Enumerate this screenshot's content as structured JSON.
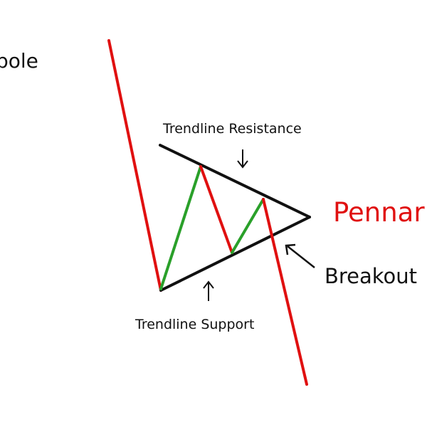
{
  "labels": {
    "flagpole": "pole",
    "trendline_resistance": "Trendline Resistance",
    "trendline_support": "Trendline Support",
    "pennant": "Pennar",
    "breakout": "Breakout"
  },
  "colors": {
    "background": "#ffffff",
    "text": "#111111",
    "bearish_line": "#e01010",
    "bullish_line": "#2aa02a",
    "trendline": "#111111",
    "pennant_text": "#e01010"
  }
}
